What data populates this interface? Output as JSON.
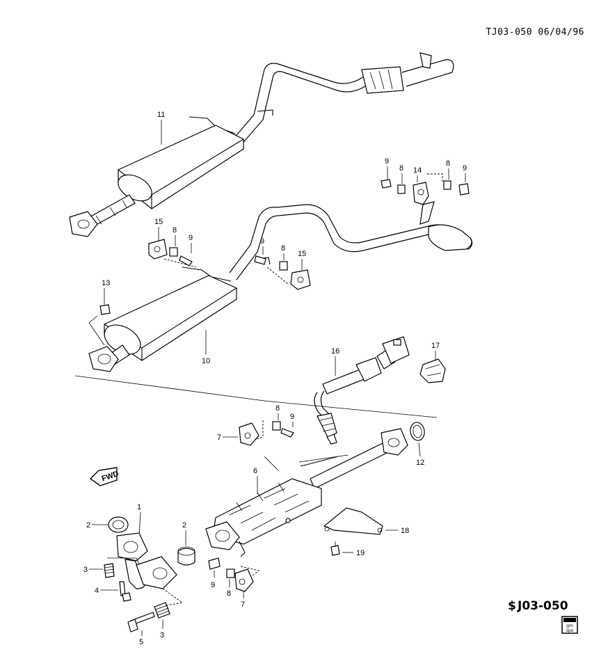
{
  "header": {
    "ref": "TJ03-050 06/04/96"
  },
  "footer": {
    "code": "J03-050",
    "logo_line1": "gm",
    "logo_line2": "spo"
  },
  "fwd_label": "FWD",
  "callouts": {
    "c1": "1",
    "c2a": "2",
    "c2b": "2",
    "c3a": "3",
    "c3b": "3",
    "c4": "4",
    "c5": "5",
    "c6": "6",
    "c7a": "7",
    "c7b": "7",
    "c8a": "8",
    "c8b": "8",
    "c8c": "8",
    "c8d": "8",
    "c8e": "8",
    "c8f": "8",
    "c9a": "9",
    "c9b": "9",
    "c9c": "9",
    "c9d": "9",
    "c9e": "9",
    "c9f": "9",
    "c10": "10",
    "c11": "11",
    "c12": "12",
    "c13": "13",
    "c14": "14",
    "c15a": "15",
    "c15b": "15",
    "c16": "16",
    "c17": "17",
    "c18": "18",
    "c19": "19"
  }
}
